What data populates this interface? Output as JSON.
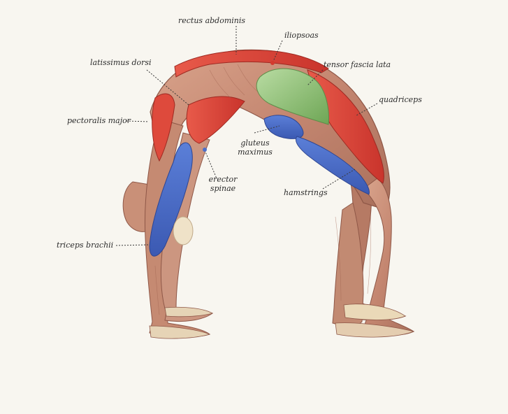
{
  "labels": {
    "rectus_abdominis": "rectus abdominis",
    "iliopsoas": "iliopsoas",
    "latissimus_dorsi": "latissimus dorsi",
    "tensor_fascia_lata": "tensor fascia lata",
    "quadriceps": "quadriceps",
    "pectoralis_major": "pectoralis major",
    "gluteus_line1": "gluteus",
    "gluteus_line2": "maximus",
    "erector_line1": "erector",
    "erector_line2": "spinae",
    "hamstrings": "hamstrings",
    "triceps_brachii": "triceps brachii"
  },
  "colors": {
    "background": "#f8f6f0",
    "skin_muscle": "#c98f78",
    "highlight_red": "#e0463c",
    "highlight_blue": "#4d6fc8",
    "highlight_green": "#8cbd72",
    "tendon": "#efe4cc",
    "leader_line": "#3a3a3a"
  },
  "image": {
    "subject": "anatomical-figure-wheel-pose"
  }
}
